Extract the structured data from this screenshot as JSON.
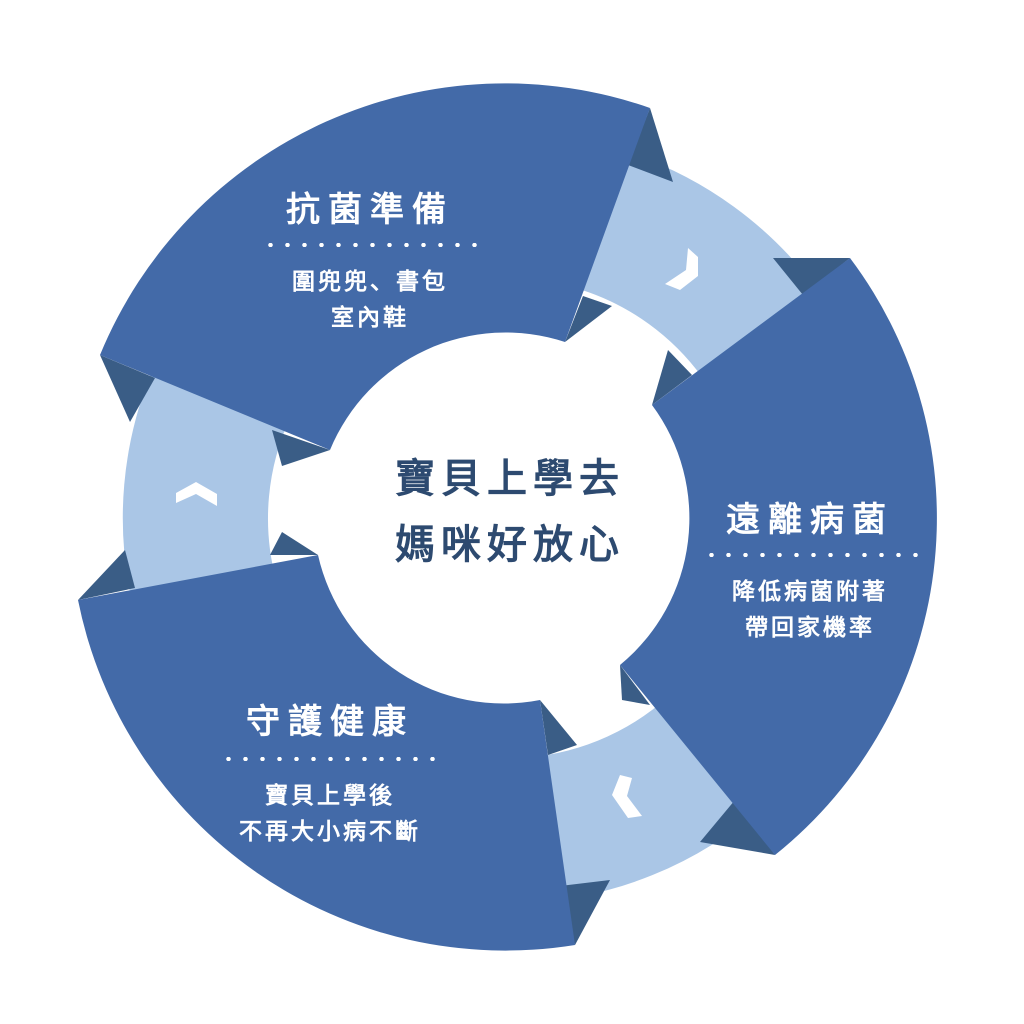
{
  "colors": {
    "segment": "#436aa8",
    "shadow": "#3a5d86",
    "connector": "#aac6e6",
    "center_text": "#2d4a70"
  },
  "center": {
    "line1": "寶貝上學去",
    "line2": "媽咪好放心"
  },
  "steps": [
    {
      "title": "抗菌準備",
      "line1": "圍兜兜、書包",
      "line2": "室內鞋"
    },
    {
      "title": "遠離病菌",
      "line1": "降低病菌附著",
      "line2": "帶回家機率"
    },
    {
      "title": "守護健康",
      "line1": "寶貝上學後",
      "line2": "不再大小病不斷"
    }
  ]
}
